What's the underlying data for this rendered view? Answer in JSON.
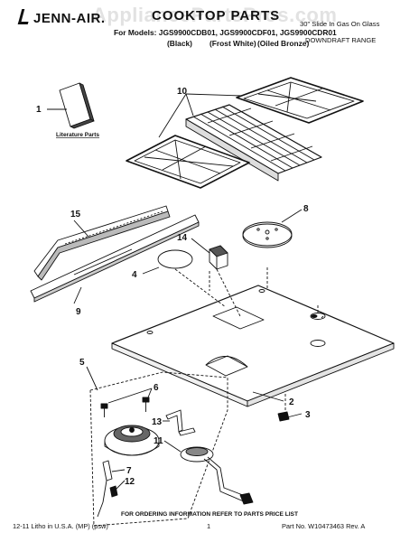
{
  "header": {
    "brand": "JENN-AIR.",
    "title": "COOKTOP PARTS",
    "models": "For Models: JGS9900CDB01, JGS9900CDF01, JGS9900CDR01",
    "color_black": "(Black)",
    "color_white": "(Frost White)",
    "color_bronze": "(Oiled Bronze)",
    "range_desc": "30\" Slide In Gas On Glass",
    "range_type": "DOWNDRAFT RANGE",
    "watermark": "AppliancePartsPros.com"
  },
  "diagram": {
    "literature_label": "Literature Parts",
    "callouts": {
      "c1": "1",
      "c2": "2",
      "c3": "3",
      "c4": "4",
      "c5": "5",
      "c6": "6",
      "c7": "7",
      "c8": "8",
      "c9": "9",
      "c10": "10",
      "c11": "11",
      "c12": "12",
      "c13": "13",
      "c14": "14",
      "c15": "15"
    }
  },
  "footer": {
    "notice": "FOR ORDERING INFORMATION REFER TO PARTS PRICE LIST",
    "litho": "12-11 Litho in U.S.A. (MP) (psw)",
    "page": "1",
    "part_no": "Part No. W10473463 Rev. A"
  }
}
